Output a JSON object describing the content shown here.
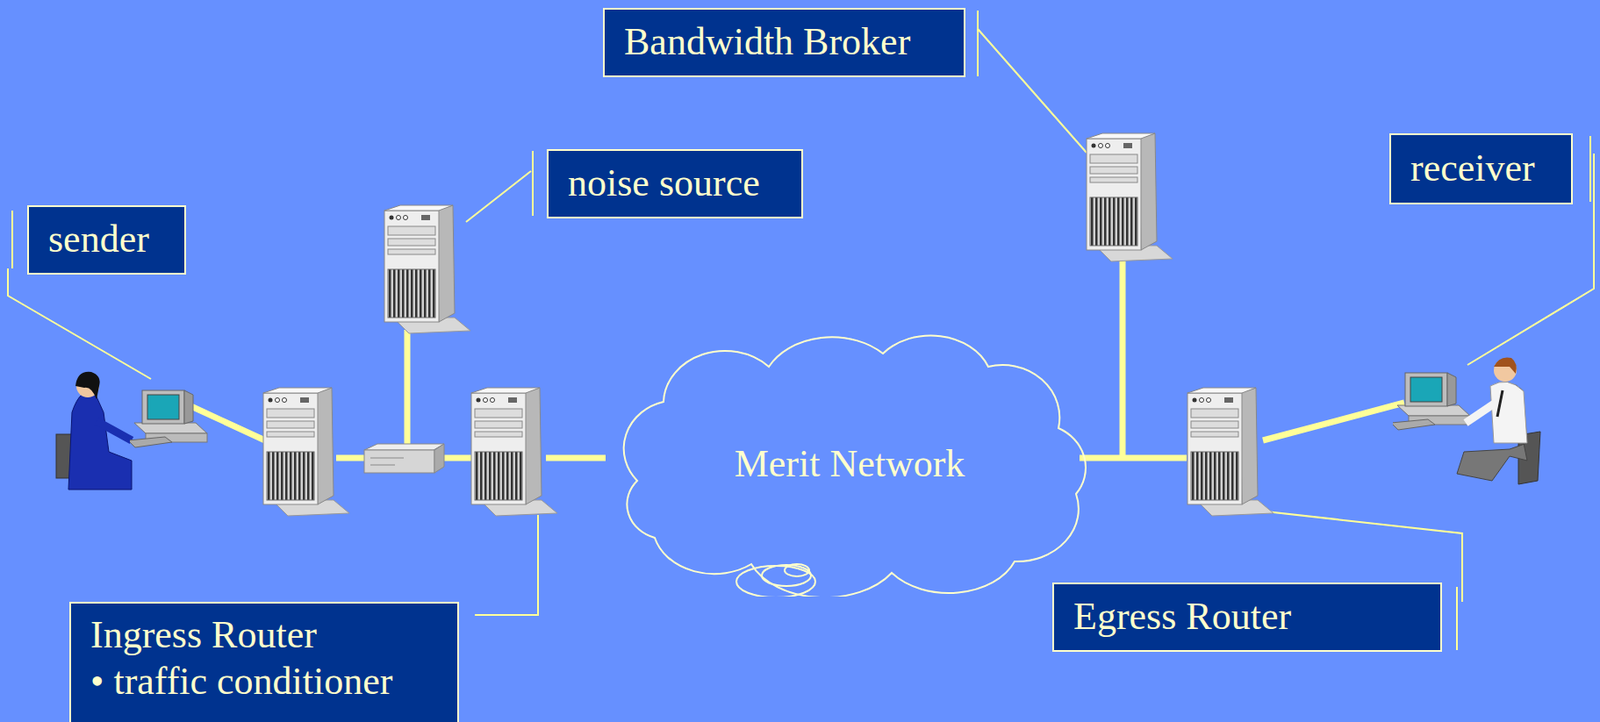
{
  "diagram": {
    "nodes": [
      {
        "text": [
          "Bandwidth Broker"
        ]
      },
      {
        "text": [
          "noise source"
        ]
      },
      {
        "text": [
          "receiver"
        ]
      },
      {
        "text": [
          "sender"
        ]
      },
      {
        "text": [
          "Merit Network"
        ]
      },
      {
        "text": [
          "Ingress Router",
          "• traffic conditioner"
        ]
      },
      {
        "text": [
          "Egress Router"
        ]
      }
    ]
  }
}
